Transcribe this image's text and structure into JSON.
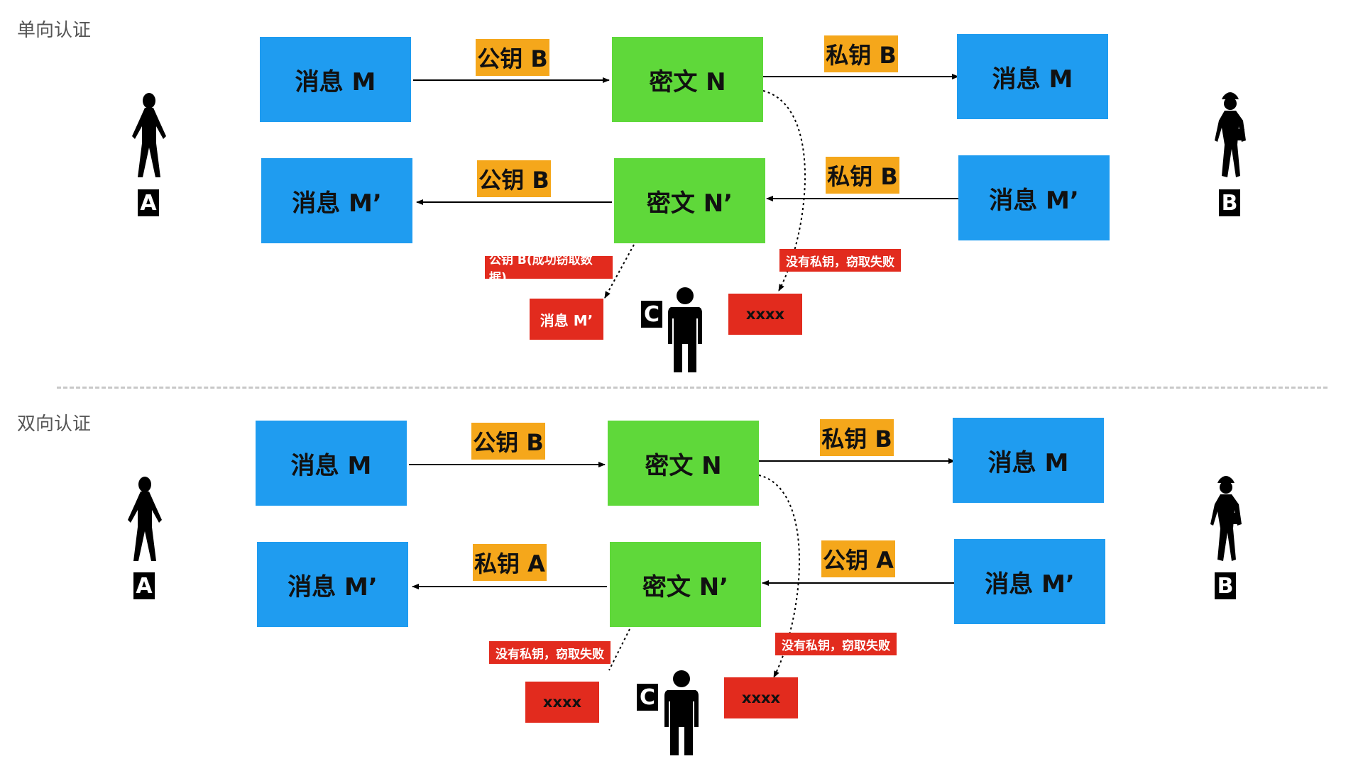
{
  "sections": {
    "one_way": {
      "title": "单向认证",
      "msg_m": "消息 M",
      "key_pub_b": "公钥 B",
      "cipher_n": "密文 N",
      "key_priv_b": "私钥 B",
      "msg_m_right": "消息 M",
      "msg_m2": "消息 M’",
      "key_pub_b_2": "公钥 B",
      "cipher_n2": "密文 N’",
      "key_priv_b_2": "私钥 B",
      "msg_m2_right": "消息 M’",
      "warn_left": "公钥 B(成功窃取数据)",
      "stolen_msg": "消息 M’",
      "warn_right": "没有私钥，窃取失败",
      "x_right": "xxxx",
      "party_a": "A",
      "party_b": "B",
      "party_c": "C"
    },
    "two_way": {
      "title": "双向认证",
      "msg_m": "消息 M",
      "key_pub_b": "公钥 B",
      "cipher_n": "密文 N",
      "key_priv_b": "私钥 B",
      "msg_m_right": "消息 M",
      "msg_m2": "消息 M’",
      "key_priv_a": "私钥 A",
      "cipher_n2": "密文 N’",
      "key_pub_a": "公钥 A",
      "msg_m2_right": "消息 M’",
      "warn_left": "没有私钥，窃取失败",
      "x_left": "xxxx",
      "warn_right": "没有私钥，窃取失败",
      "x_right": "xxxx",
      "party_a": "A",
      "party_b": "B",
      "party_c": "C"
    }
  },
  "colors": {
    "message": "#1f9cf0",
    "ciphertext": "#5fd83a",
    "key": "#f5a71b",
    "alert": "#e22b1e"
  },
  "icons": {
    "party_a": "woman-silhouette-icon",
    "party_b": "worker-silhouette-icon",
    "party_c": "man-silhouette-icon"
  }
}
